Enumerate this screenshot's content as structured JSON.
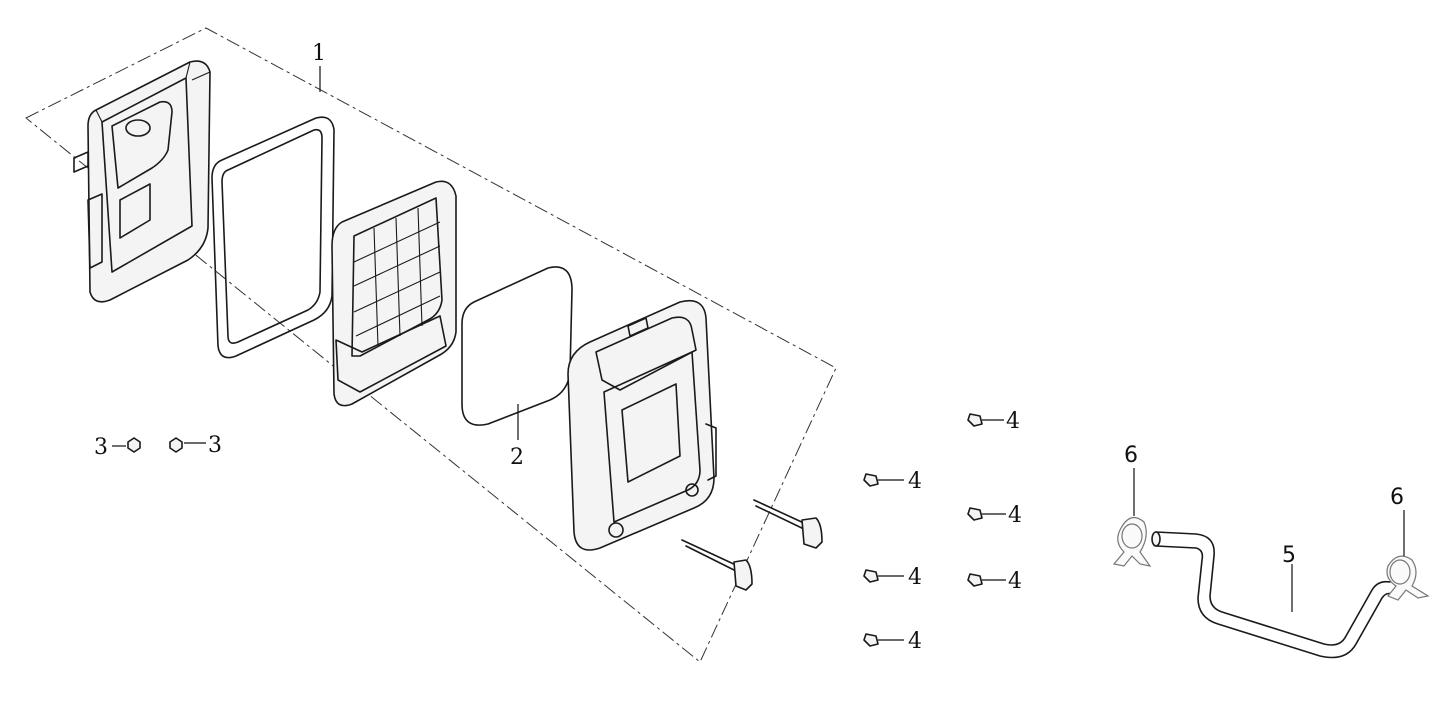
{
  "callouts": [
    {
      "id": "c1",
      "text": "1"
    },
    {
      "id": "c2",
      "text": "2"
    },
    {
      "id": "c3a",
      "text": "3"
    },
    {
      "id": "c3b",
      "text": "3"
    },
    {
      "id": "c4a",
      "text": "4"
    },
    {
      "id": "c4b",
      "text": "4"
    },
    {
      "id": "c4c",
      "text": "4"
    },
    {
      "id": "c4d",
      "text": "4"
    },
    {
      "id": "c4e",
      "text": "4"
    },
    {
      "id": "c4f",
      "text": "4"
    },
    {
      "id": "c5",
      "text": "5"
    },
    {
      "id": "c6a",
      "text": "6"
    },
    {
      "id": "c6b",
      "text": "6"
    }
  ],
  "colors": {
    "line": "#1a1a1a",
    "background": "#ffffff",
    "clamp": "#777777"
  }
}
